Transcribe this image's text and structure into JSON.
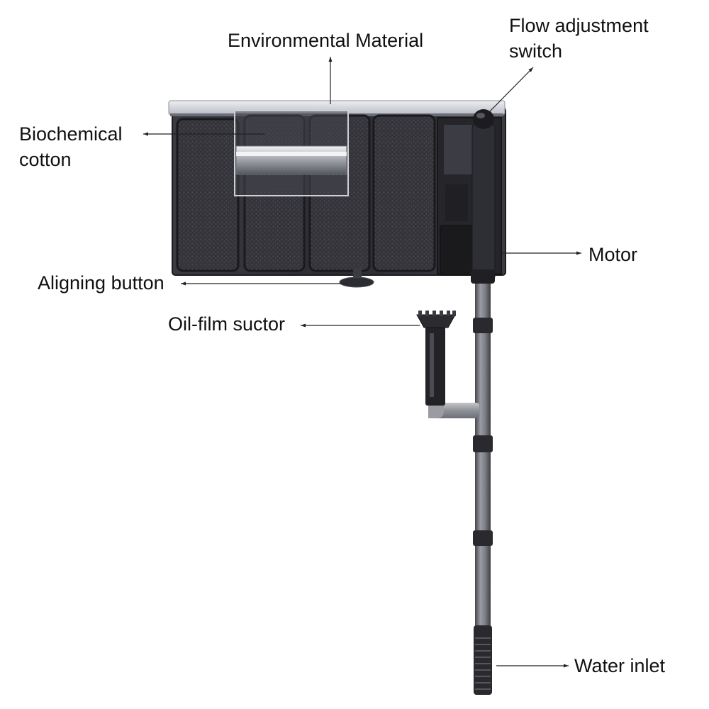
{
  "labels": {
    "environmental_material": "Environmental Material",
    "flow_adjustment_switch_line1": "Flow adjustment",
    "flow_adjustment_switch_line2": "switch",
    "biochemical_cotton_line1": "Biochemical",
    "biochemical_cotton_line2": "cotton",
    "motor": "Motor",
    "aligning_button": "Aligning button",
    "oil_film_suctor": "Oil-film suctor",
    "water_inlet": "Water inlet"
  },
  "colors": {
    "background": "#ffffff",
    "text": "#111111",
    "leader_line": "#222222",
    "housing_dark": "#2b2b30",
    "filter_sponge": "#3a3a40",
    "lid": "#d9dbe0",
    "pipe": "#6e7079",
    "pipe_joint": "#2a2a2e",
    "elbow_grey": "#9a9ca2"
  }
}
